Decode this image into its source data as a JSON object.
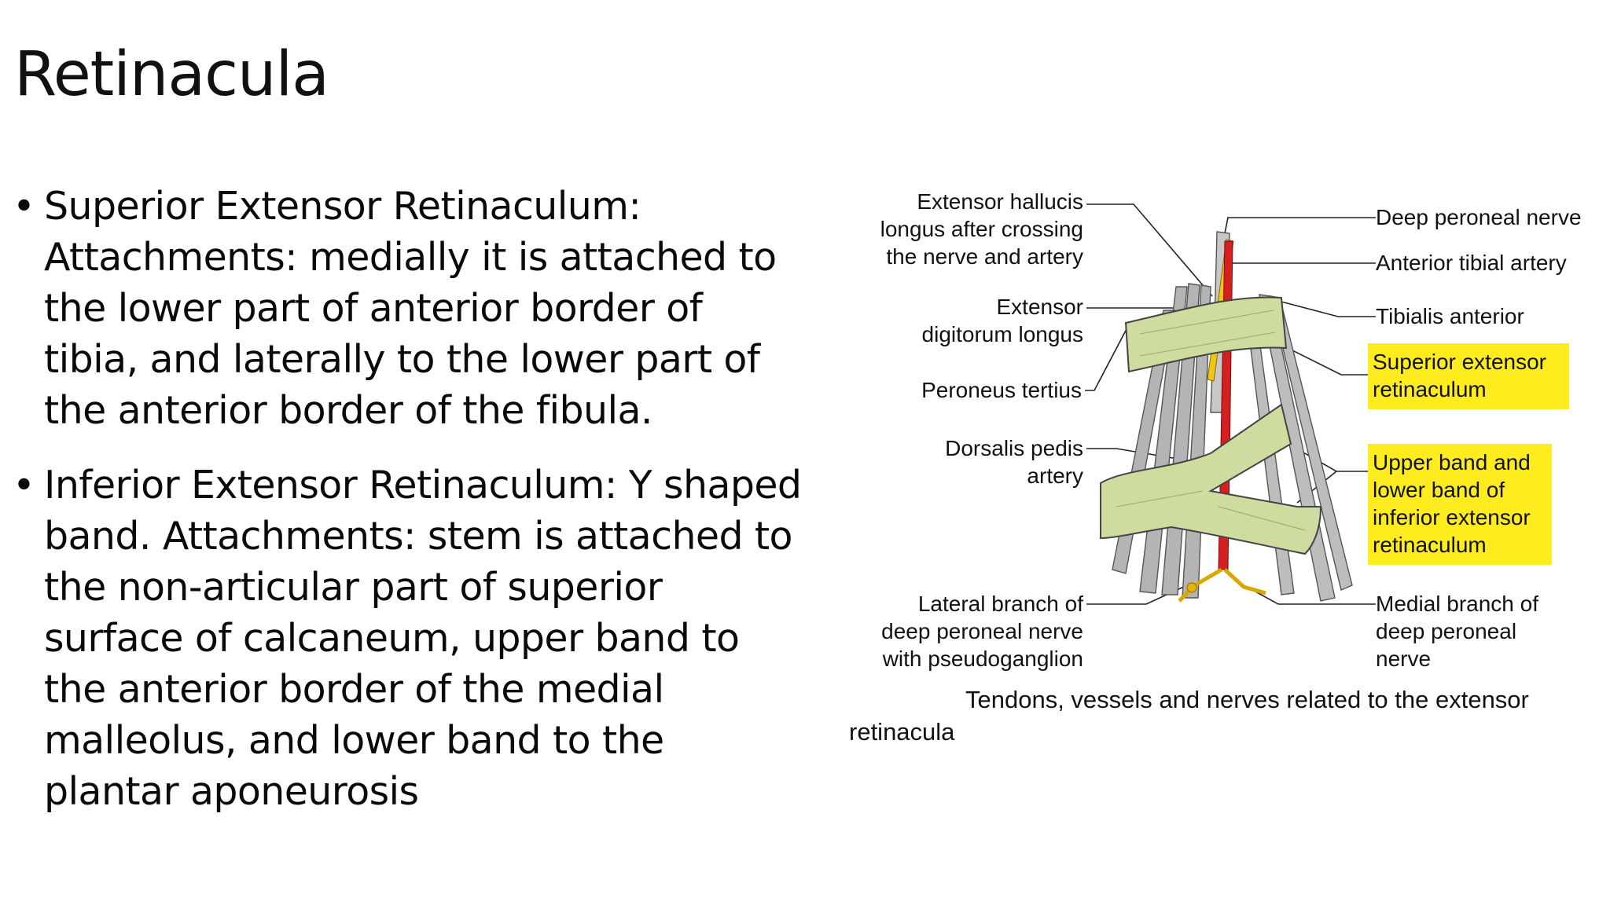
{
  "slide": {
    "title": "Retinacula",
    "bullet_symbol": "•",
    "bullets": [
      "Superior Extensor Retinaculum: Attachments: medially it is attached to the lower part of anterior border of tibia, and laterally to the lower part of the anterior border of the fibula.",
      "Inferior Extensor Retinaculum: Y shaped band. Attachments: stem is attached to the non-articular part of superior surface of  calcaneum, upper band to the anterior border of the medial malleolus, and lower band to the plantar aponeurosis"
    ]
  },
  "figure": {
    "labels_left": [
      "Extensor hallucis\nlongus after crossing\nthe nerve and artery",
      "Extensor\ndigitorum longus",
      "Peroneus tertius",
      "Dorsalis pedis\nartery",
      "Lateral branch of\ndeep peroneal nerve\nwith pseudoganglion"
    ],
    "labels_right": [
      "Deep peroneal nerve",
      "Anterior tibial artery",
      "Tibialis anterior",
      "Superior extensor\nretinaculum",
      "Upper band and\nlower band of\ninferior extensor\nretinaculum",
      "Medial branch of\ndeep peroneal\nnerve"
    ],
    "caption": "Tendons, vessels and nerves related to the extensor retinacula",
    "colors": {
      "retinaculum": "#cfdca0",
      "artery": "#d42020",
      "nerve": "#f0c419",
      "tendon": "#a9a9a9",
      "highlight": "#ffec1f"
    }
  }
}
